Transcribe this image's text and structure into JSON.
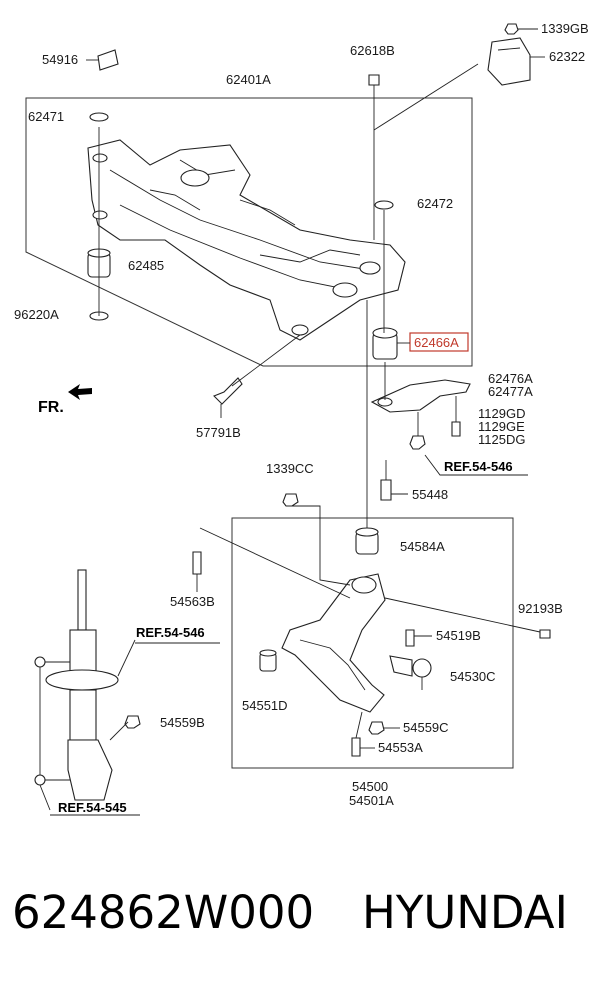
{
  "part_labels": {
    "p1339GB": "1339GB",
    "p62322": "62322",
    "p54916": "54916",
    "p62618B": "62618B",
    "p62401A": "62401A",
    "p62471": "62471",
    "p62472": "62472",
    "p62485": "62485",
    "p96220A": "96220A",
    "p62466A": "62466A",
    "p62476A": "62476A",
    "p62477A": "62477A",
    "p1129GD": "1129GD",
    "p1129GE": "1129GE",
    "p1125DG": "1125DG",
    "p57791B": "57791B",
    "p1339CC": "1339CC",
    "p55448": "55448",
    "p54584A": "54584A",
    "p54563B": "54563B",
    "p92193B": "92193B",
    "p54519B": "54519B",
    "p54530C": "54530C",
    "p54551D": "54551D",
    "p54559C": "54559C",
    "p54553A": "54553A",
    "p54500": "54500",
    "p54501A": "54501A",
    "p54559B": "54559B"
  },
  "references": {
    "ref1": "REF.54-546",
    "ref2": "REF.54-546",
    "ref3": "REF.54-545"
  },
  "direction_label": "FR.",
  "highlighted_part": "62466A",
  "footer": {
    "part_number": "624862W000",
    "brand": "HYUNDAI"
  },
  "colors": {
    "highlight": "#c0392b",
    "line": "#222222"
  }
}
